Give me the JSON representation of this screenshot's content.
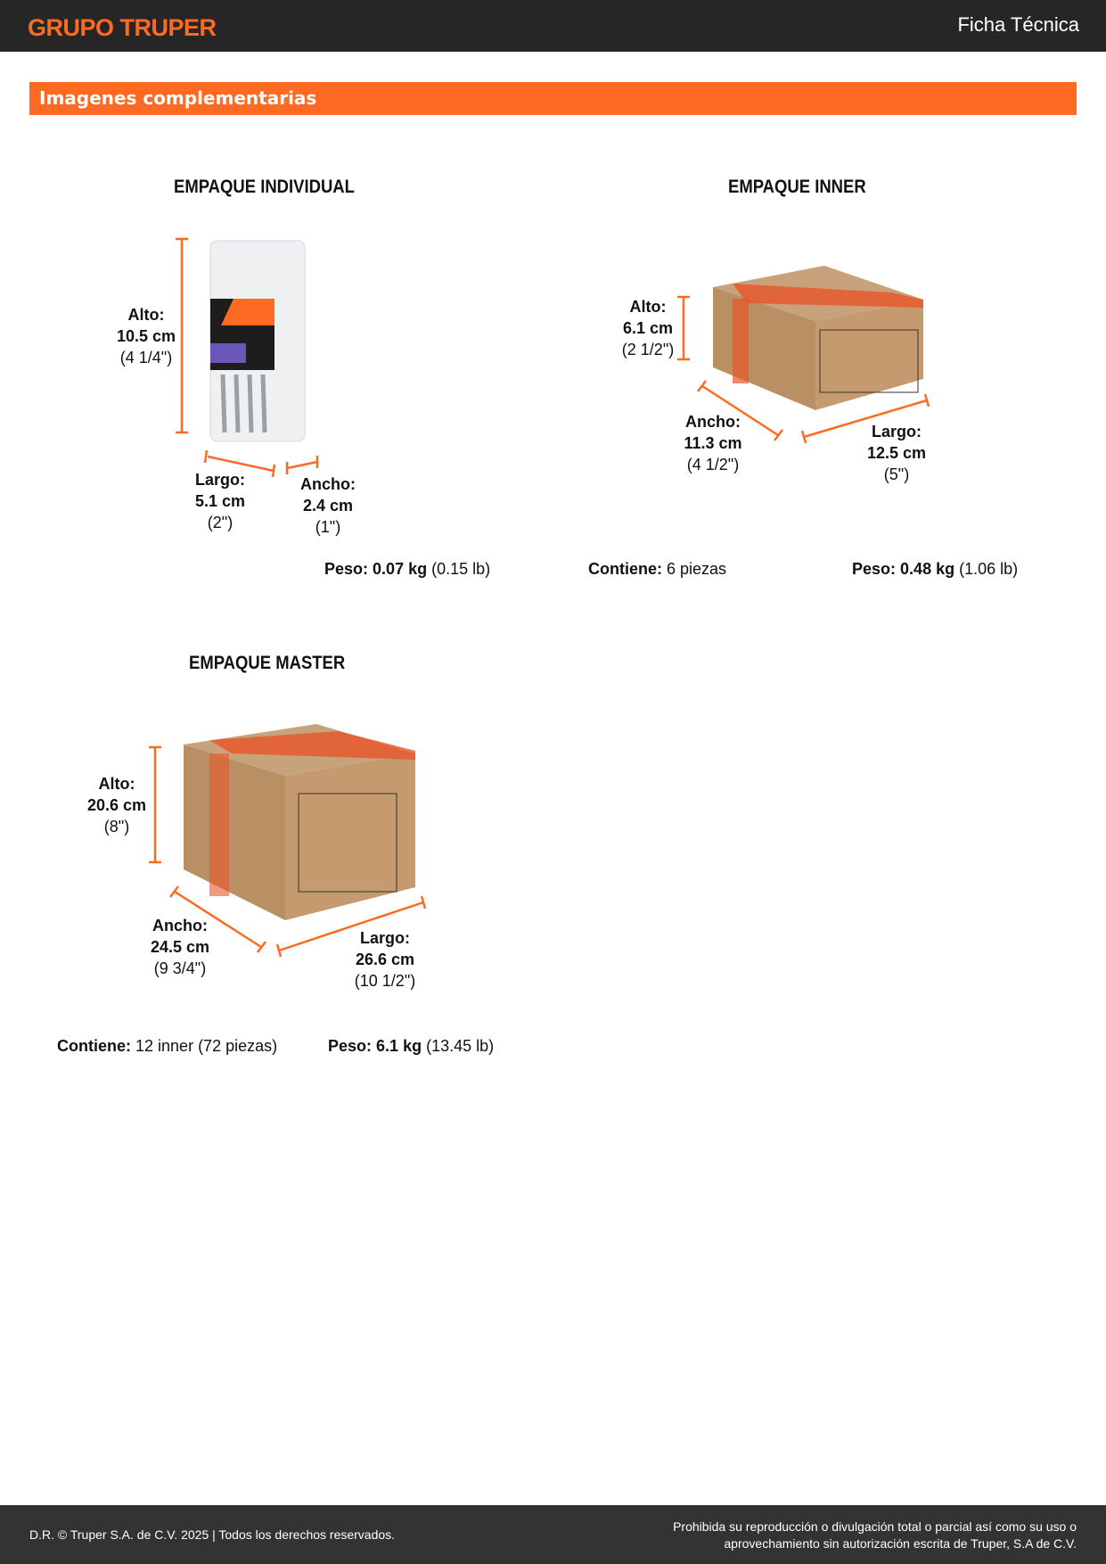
{
  "header": {
    "logo": "GRUPO TRUPER",
    "title": "Ficha Técnica"
  },
  "section_title": "Imagenes complementarias",
  "individual": {
    "title": "EMPAQUE INDIVIDUAL",
    "alto": {
      "label": "Alto:",
      "cm": "10.5 cm",
      "in": "(4 1/4\")"
    },
    "largo": {
      "label": "Largo:",
      "cm": "5.1 cm",
      "in": "(2\")"
    },
    "ancho": {
      "label": "Ancho:",
      "cm": "2.4 cm",
      "in": "(1\")"
    },
    "peso_label": "Peso:",
    "peso_kg": "0.07 kg",
    "peso_lb": "(0.15 lb)"
  },
  "inner": {
    "title": "EMPAQUE INNER",
    "alto": {
      "label": "Alto:",
      "cm": "6.1 cm",
      "in": "(2 1/2\")"
    },
    "ancho": {
      "label": "Ancho:",
      "cm": "11.3 cm",
      "in": "(4 1/2\")"
    },
    "largo": {
      "label": "Largo:",
      "cm": "12.5 cm",
      "in": "(5\")"
    },
    "contiene_label": "Contiene:",
    "contiene": "6 piezas",
    "peso_label": "Peso:",
    "peso_kg": "0.48 kg",
    "peso_lb": "(1.06 lb)"
  },
  "master": {
    "title": "EMPAQUE MASTER",
    "alto": {
      "label": "Alto:",
      "cm": "20.6 cm",
      "in": "(8\")"
    },
    "ancho": {
      "label": "Ancho:",
      "cm": "24.5 cm",
      "in": "(9 3/4\")"
    },
    "largo": {
      "label": "Largo:",
      "cm": "26.6 cm",
      "in": "(10 1/2\")"
    },
    "contiene_label": "Contiene:",
    "contiene": "12 inner (72 piezas)",
    "peso_label": "Peso:",
    "peso_kg": "6.1 kg",
    "peso_lb": "(13.45 lb)"
  },
  "footer": {
    "left": "D.R. © Truper S.A. de C.V. 2025 | Todos los derechos reservados.",
    "right": "Prohibida su reproducción o divulgación total o parcial así como su uso o aprovechamiento sin autorización escrita de Truper, S.A de C.V."
  },
  "colors": {
    "accent": "#ff6a22",
    "header": "#262626",
    "footer": "#333333"
  }
}
